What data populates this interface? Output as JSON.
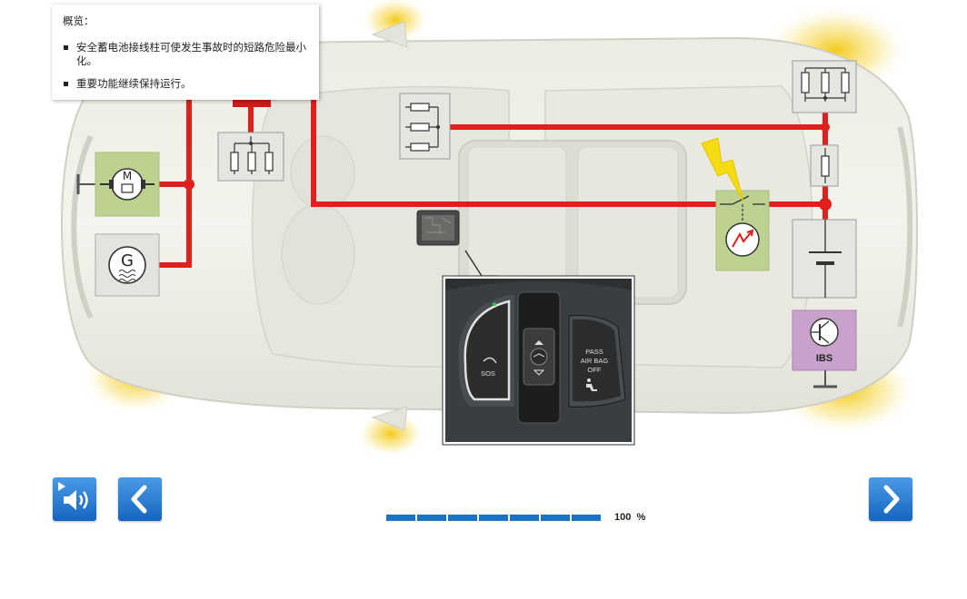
{
  "info_panel": {
    "title": "概览：",
    "bullets": [
      "安全蓄电池接线柱可使发生事故时的短路危险最小化。",
      "重要功能继续保持运行。"
    ]
  },
  "diagram": {
    "motor_symbol": "M",
    "generator_symbol": "G",
    "console": {
      "sos_label": "SOS",
      "passenger_airbag_label": [
        "PASS",
        "AIR BAG",
        "OFF"
      ]
    },
    "ibs_label": "IBS",
    "colors": {
      "wire": "#e0201c",
      "component_green": "#bdd291",
      "ibs_purple": "#c9a2cc"
    }
  },
  "controls": {
    "audio_icon": "speaker-icon",
    "back_icon": "chevron-left-icon",
    "next_icon": "chevron-right-icon"
  },
  "progress": {
    "segments": 7,
    "filled": 7,
    "value_text": "100",
    "unit": "%"
  }
}
